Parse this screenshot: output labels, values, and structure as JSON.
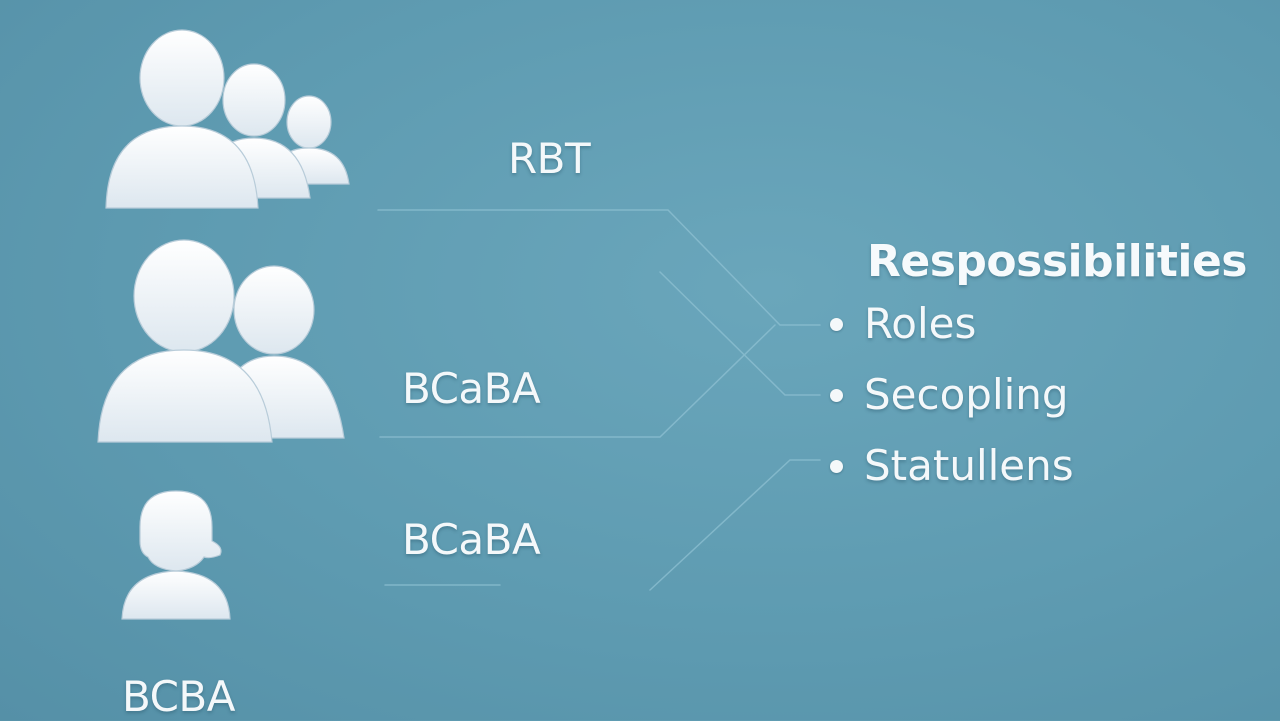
{
  "roles": {
    "rbt": "RBT",
    "bcaba_1": "BCaBA",
    "bcaba_2": "BCaBA",
    "bcba": "BCBA"
  },
  "responsibilities": {
    "title": "Respossibilities",
    "items": [
      {
        "label": "Roles"
      },
      {
        "label": "Secopling"
      },
      {
        "label": "Statullens"
      }
    ]
  },
  "icons": {
    "group_large": "people-group-icon",
    "group_medium": "people-pair-icon",
    "single": "person-icon"
  },
  "colors": {
    "background": "#5e9bb1",
    "text": "#f4f8fa",
    "icon_fill": "#eef3f7",
    "connector": "#8ec0d2"
  }
}
